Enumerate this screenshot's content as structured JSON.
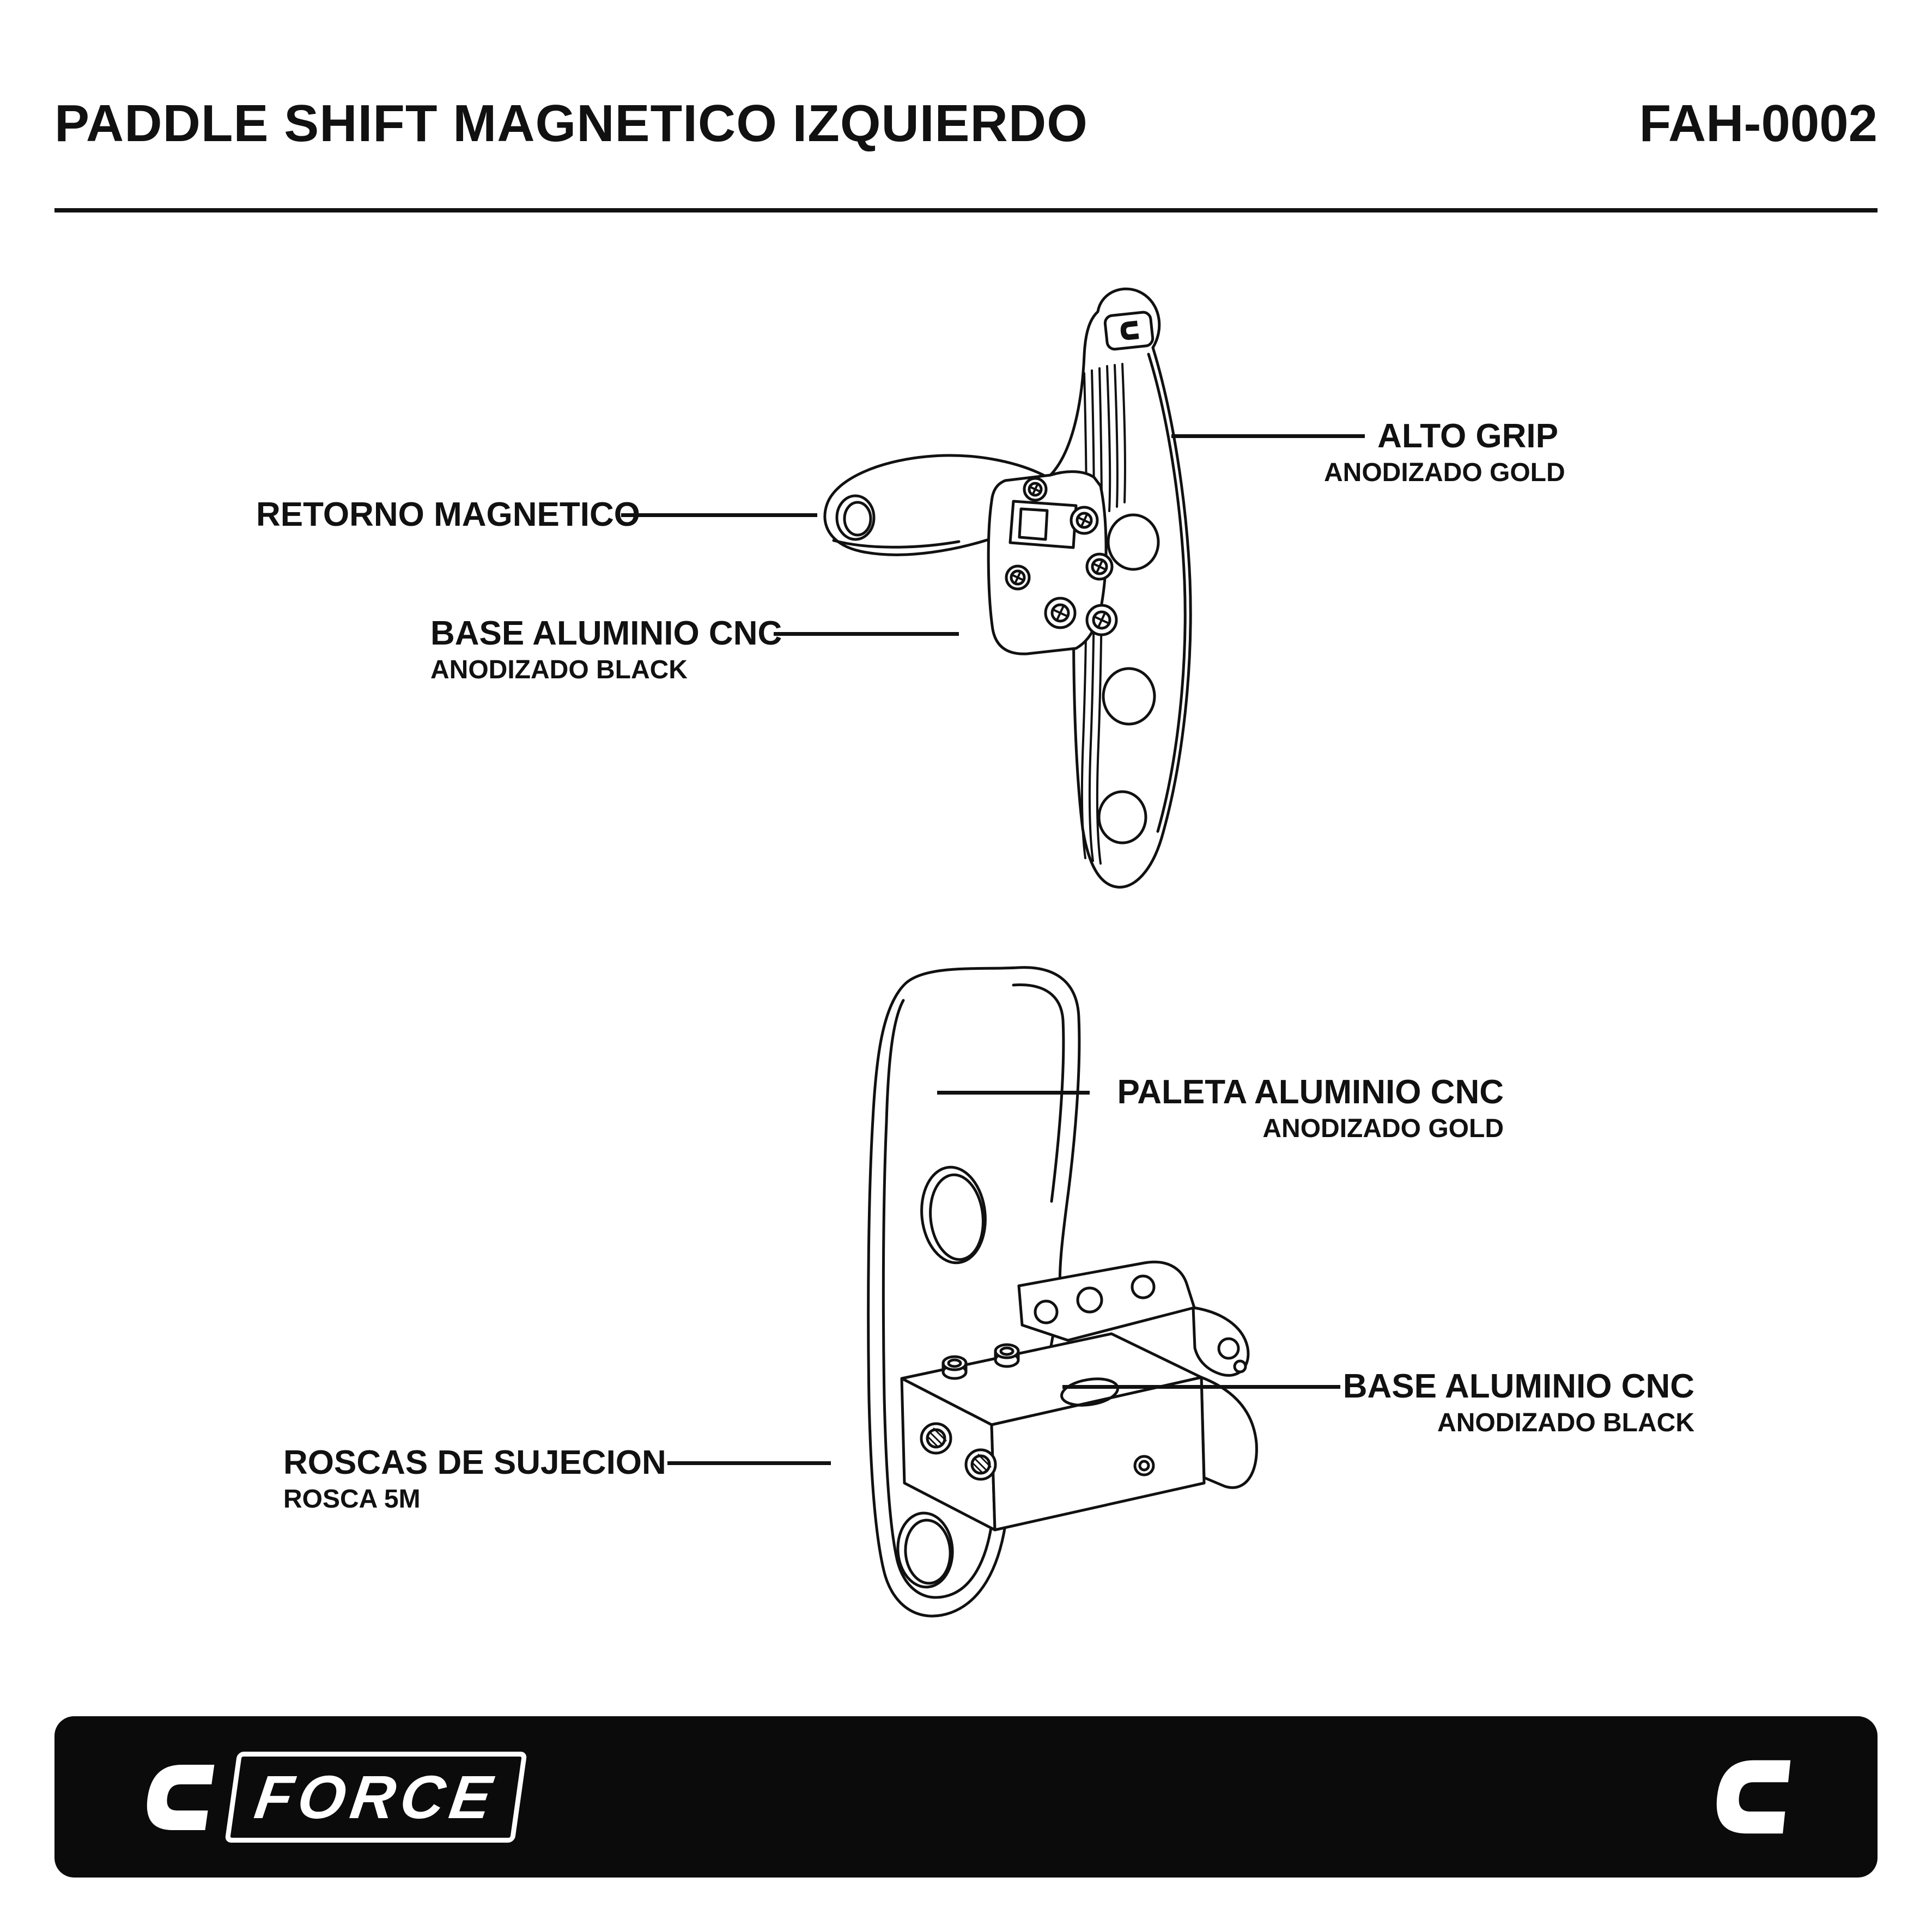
{
  "page": {
    "background": "#ffffff",
    "ink": "#111111"
  },
  "header": {
    "title": "PADDLE SHIFT MAGNETICO IZQUIERDO",
    "part_number": "FAH-0002"
  },
  "figures": {
    "top": {
      "description": "paddle shift assembly, rear view line drawing",
      "badge_glyph": "C",
      "callouts": {
        "alto_grip": {
          "label": "ALTO GRIP",
          "sublabel": "ANODIZADO GOLD"
        },
        "retorno": {
          "label": "RETORNO MAGNETICO"
        },
        "base": {
          "label": "BASE ALUMINIO CNC",
          "sublabel": "ANODIZADO BLACK"
        }
      }
    },
    "bottom": {
      "description": "paddle shift assembly, isometric view line drawing",
      "callouts": {
        "paleta": {
          "label": "PALETA ALUMINIO CNC",
          "sublabel": "ANODIZADO GOLD"
        },
        "base": {
          "label": "BASE ALUMINIO CNC",
          "sublabel": "ANODIZADO BLACK"
        },
        "roscas": {
          "label": "ROSCAS DE SUJECION",
          "sublabel": "ROSCA 5M"
        }
      }
    }
  },
  "footer": {
    "brand_c": "C",
    "brand_text": "FORCE",
    "icons": {
      "cforce_c_mark": "stylized letter C logo"
    }
  }
}
